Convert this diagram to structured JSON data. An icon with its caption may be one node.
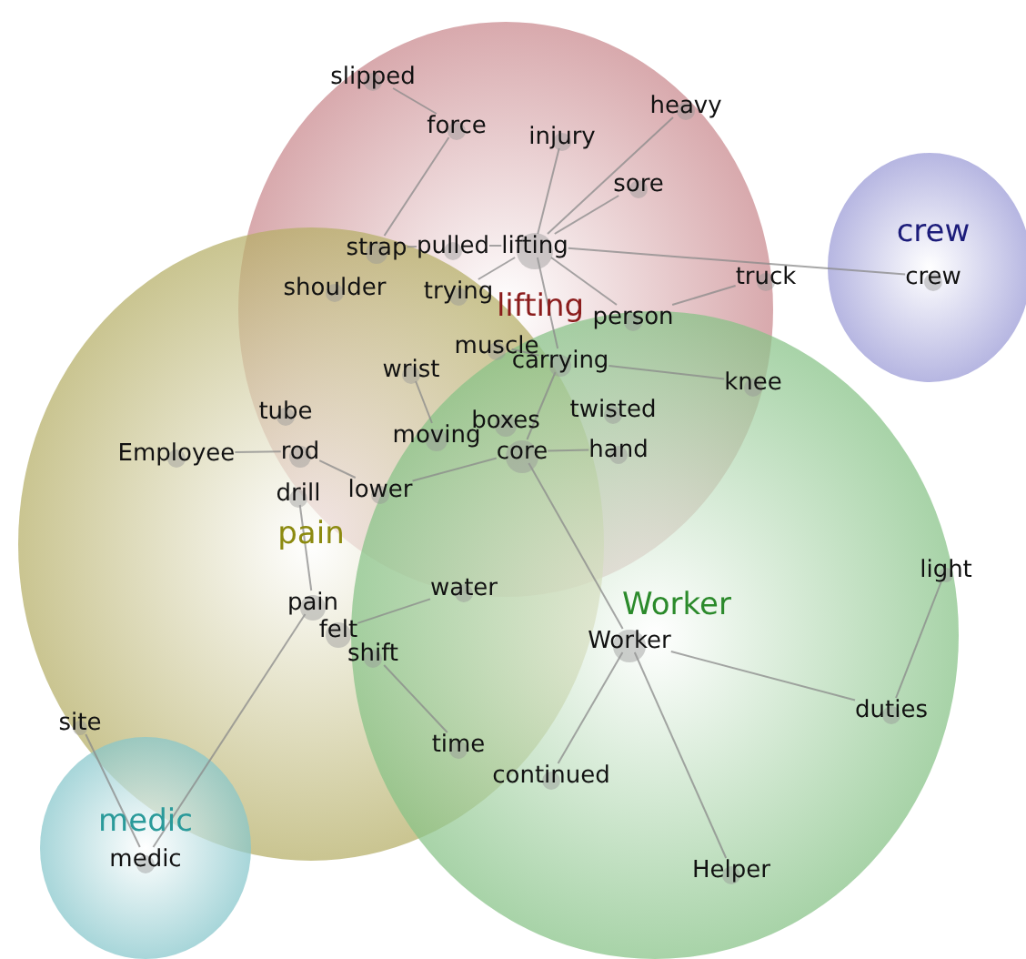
{
  "diagram": {
    "nodes": [
      {
        "text": [
          "lifting"
        ]
      },
      {
        "text": [
          "pain"
        ]
      },
      {
        "text": [
          "Worker"
        ]
      },
      {
        "text": [
          "crew"
        ]
      },
      {
        "text": [
          "medic"
        ]
      },
      {
        "text": [
          "slipped"
        ],
        "in": 0
      },
      {
        "text": [
          "heavy"
        ],
        "in": 0
      },
      {
        "text": [
          "force"
        ],
        "in": 0
      },
      {
        "text": [
          "injury"
        ],
        "in": 0
      },
      {
        "text": [
          "sore"
        ],
        "in": 0
      },
      {
        "text": [
          "strap"
        ]
      },
      {
        "text": [
          "pulled"
        ],
        "in": 0
      },
      {
        "text": [
          "lifting"
        ],
        "in": 0
      },
      {
        "text": [
          "crew"
        ],
        "in": 3
      },
      {
        "text": [
          "truck"
        ],
        "in": 0
      },
      {
        "text": [
          "shoulder"
        ]
      },
      {
        "text": [
          "trying"
        ]
      },
      {
        "text": [
          "person"
        ]
      },
      {
        "text": [
          "muscle"
        ]
      },
      {
        "text": [
          "carrying"
        ]
      },
      {
        "text": [
          "wrist"
        ]
      },
      {
        "text": [
          "knee"
        ],
        "in": 2
      },
      {
        "text": [
          "tube"
        ]
      },
      {
        "text": [
          "twisted"
        ]
      },
      {
        "text": [
          "boxes"
        ]
      },
      {
        "text": [
          "Employee"
        ],
        "in": 1
      },
      {
        "text": [
          "rod"
        ]
      },
      {
        "text": [
          "moving"
        ]
      },
      {
        "text": [
          "core"
        ]
      },
      {
        "text": [
          "hand"
        ]
      },
      {
        "text": [
          "drill"
        ],
        "in": 1
      },
      {
        "text": [
          "lower"
        ]
      },
      {
        "text": [
          "light"
        ],
        "in": 2
      },
      {
        "text": [
          "water"
        ]
      },
      {
        "text": [
          "pain"
        ],
        "in": 1
      },
      {
        "text": [
          "Worker"
        ],
        "in": 2
      },
      {
        "text": [
          "felt"
        ],
        "in": 1
      },
      {
        "text": [
          "shift"
        ]
      },
      {
        "text": [
          "duties"
        ],
        "in": 2
      },
      {
        "text": [
          "site"
        ],
        "in": 1
      },
      {
        "text": [
          "time"
        ]
      },
      {
        "text": [
          "continued"
        ],
        "in": 2
      },
      {
        "text": [
          "medic"
        ],
        "in": 4
      },
      {
        "text": [
          "Helper"
        ],
        "in": 2
      }
    ],
    "edges": [
      {
        "from": 5,
        "to": 7,
        "arrow": "none"
      },
      {
        "from": 7,
        "to": 10,
        "arrow": "none"
      },
      {
        "from": 12,
        "to": 8,
        "arrow": "none"
      },
      {
        "from": 12,
        "to": 6,
        "arrow": "none"
      },
      {
        "from": 12,
        "to": 9,
        "arrow": "none"
      },
      {
        "from": 12,
        "to": 11,
        "arrow": "none"
      },
      {
        "from": 11,
        "to": 10,
        "arrow": "none"
      },
      {
        "from": 12,
        "to": 13,
        "arrow": "none"
      },
      {
        "from": 12,
        "to": 17,
        "arrow": "none"
      },
      {
        "from": 17,
        "to": 14,
        "arrow": "none"
      },
      {
        "from": 12,
        "to": 19,
        "arrow": "none"
      },
      {
        "from": 12,
        "to": 16,
        "arrow": "none"
      },
      {
        "from": 18,
        "to": 19,
        "arrow": "none"
      },
      {
        "from": 19,
        "to": 21,
        "arrow": "none"
      },
      {
        "from": 19,
        "to": 28,
        "arrow": "none"
      },
      {
        "from": 20,
        "to": 27,
        "arrow": "none"
      },
      {
        "from": 25,
        "to": 26,
        "arrow": "none"
      },
      {
        "from": 26,
        "to": 31,
        "arrow": "none"
      },
      {
        "from": 31,
        "to": 28,
        "arrow": "none"
      },
      {
        "from": 28,
        "to": 29,
        "arrow": "none"
      },
      {
        "from": 28,
        "to": 35,
        "arrow": "none"
      },
      {
        "from": 34,
        "to": 30,
        "arrow": "none"
      },
      {
        "from": 34,
        "to": 42,
        "arrow": "none"
      },
      {
        "from": 36,
        "to": 33,
        "arrow": "none"
      },
      {
        "from": 37,
        "to": 40,
        "arrow": "none"
      },
      {
        "from": 35,
        "to": 41,
        "arrow": "none"
      },
      {
        "from": 35,
        "to": 43,
        "arrow": "none"
      },
      {
        "from": 35,
        "to": 38,
        "arrow": "none"
      },
      {
        "from": 32,
        "to": 38,
        "arrow": "none"
      },
      {
        "from": 39,
        "to": 42,
        "arrow": "none"
      }
    ]
  }
}
